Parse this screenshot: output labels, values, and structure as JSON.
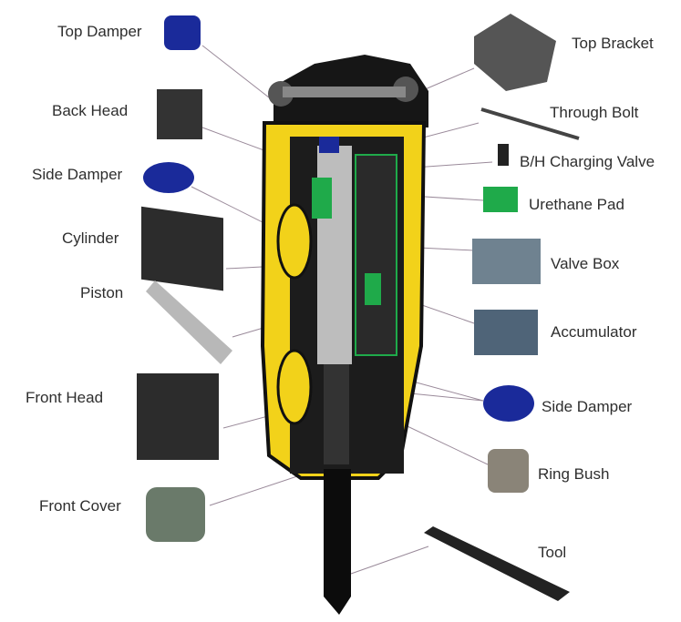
{
  "diagram": {
    "left_labels": [
      {
        "id": "top-damper",
        "text": "Top Damper"
      },
      {
        "id": "back-head",
        "text": "Back Head"
      },
      {
        "id": "side-damper-left",
        "text": "Side Damper"
      },
      {
        "id": "cylinder",
        "text": "Cylinder"
      },
      {
        "id": "piston",
        "text": "Piston"
      },
      {
        "id": "front-head",
        "text": "Front Head"
      },
      {
        "id": "front-cover",
        "text": "Front Cover"
      }
    ],
    "right_labels": [
      {
        "id": "top-bracket",
        "text": "Top Bracket"
      },
      {
        "id": "through-bolt",
        "text": "Through Bolt"
      },
      {
        "id": "charging-valve",
        "text": "B/H Charging Valve"
      },
      {
        "id": "urethane-pad",
        "text": "Urethane Pad"
      },
      {
        "id": "valve-box",
        "text": "Valve Box"
      },
      {
        "id": "accumulator",
        "text": "Accumulator"
      },
      {
        "id": "side-damper-right",
        "text": "Side Damper"
      },
      {
        "id": "ring-bush",
        "text": "Ring Bush"
      },
      {
        "id": "tool",
        "text": "Tool"
      }
    ],
    "colors": {
      "housing": "#f2d21a",
      "body": "#111111",
      "damper": "#1a2a9a",
      "pad": "#1faa4a",
      "label": "#2e2e2e"
    }
  }
}
